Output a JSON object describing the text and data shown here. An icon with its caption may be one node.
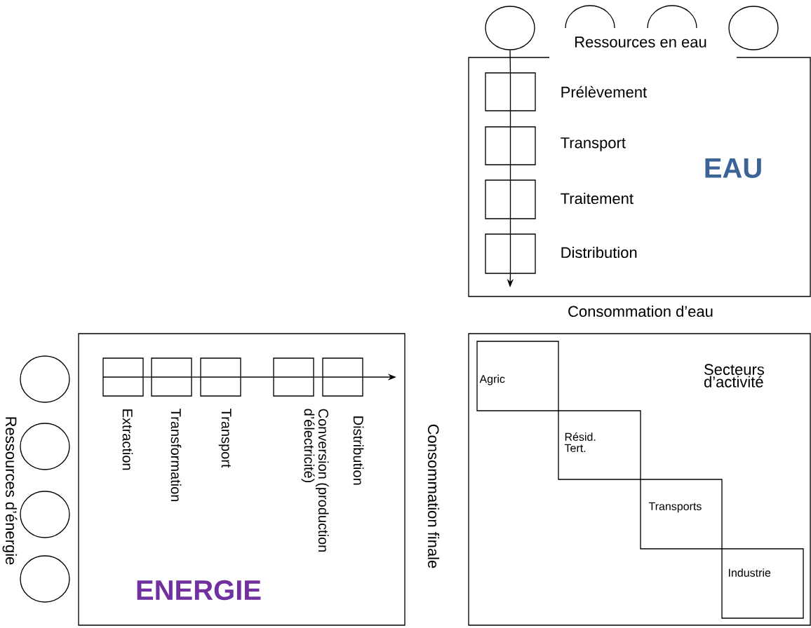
{
  "diagram": {
    "nodes": [
      {
        "text": [],
        "shape": "circle"
      },
      {
        "text": [],
        "shape": "circle"
      },
      {
        "text": [],
        "shape": "circle"
      },
      {
        "text": [],
        "shape": "circle"
      },
      {
        "text": [
          "EAU"
        ]
      },
      {
        "text": [],
        "shape": "box",
        "in": 4,
        "beside": [
          "Prélèvement"
        ]
      },
      {
        "text": [],
        "shape": "box",
        "in": 4,
        "beside": [
          "Transport"
        ]
      },
      {
        "text": [],
        "shape": "box",
        "in": 4,
        "beside": [
          "Traitement"
        ]
      },
      {
        "text": [],
        "shape": "box",
        "in": 4,
        "beside": [
          "Distribution"
        ]
      },
      {
        "text": [],
        "shape": "circle"
      },
      {
        "text": [],
        "shape": "circle"
      },
      {
        "text": [],
        "shape": "circle"
      },
      {
        "text": [],
        "shape": "circle"
      },
      {
        "text": [
          "ENERGIE"
        ]
      },
      {
        "text": [],
        "shape": "box",
        "in": 13,
        "beside": [
          "Extraction"
        ]
      },
      {
        "text": [],
        "shape": "box",
        "in": 13,
        "beside": [
          "Transformation"
        ]
      },
      {
        "text": [],
        "shape": "box",
        "in": 13,
        "beside": [
          "Transport"
        ]
      },
      {
        "text": [],
        "shape": "box",
        "in": 13,
        "beside": [
          "Conversion (production d’électricité)"
        ]
      },
      {
        "text": [],
        "shape": "box",
        "in": 13,
        "beside": [
          "Distribution"
        ]
      },
      {
        "text": [
          "Secteurs d’activité"
        ]
      },
      {
        "text": [
          "Agric"
        ],
        "in": 19
      },
      {
        "text": [
          "Résid. Tert."
        ],
        "in": 19
      },
      {
        "text": [
          "Transports"
        ],
        "in": 19
      },
      {
        "text": [
          "Industrie"
        ],
        "in": 19
      }
    ],
    "edges": [
      {
        "from": 0,
        "to": 5,
        "arrow": "none"
      },
      {
        "from": 5,
        "to": 6,
        "arrow": "none"
      },
      {
        "from": 6,
        "to": 7,
        "arrow": "none"
      },
      {
        "from": 7,
        "to": 8,
        "arrow": "none"
      },
      {
        "from": 8,
        "to": null,
        "arrow": "to"
      },
      {
        "from": 14,
        "to": 15,
        "arrow": "none"
      },
      {
        "from": 15,
        "to": 16,
        "arrow": "none"
      },
      {
        "from": 16,
        "to": 17,
        "arrow": "none"
      },
      {
        "from": 17,
        "to": 18,
        "arrow": "none"
      },
      {
        "from": 18,
        "to": null,
        "arrow": "to"
      }
    ],
    "labels": [
      "Ressources en eau",
      "Consommation d’eau",
      "Ressources d’énergie",
      "Consommation finale"
    ]
  }
}
